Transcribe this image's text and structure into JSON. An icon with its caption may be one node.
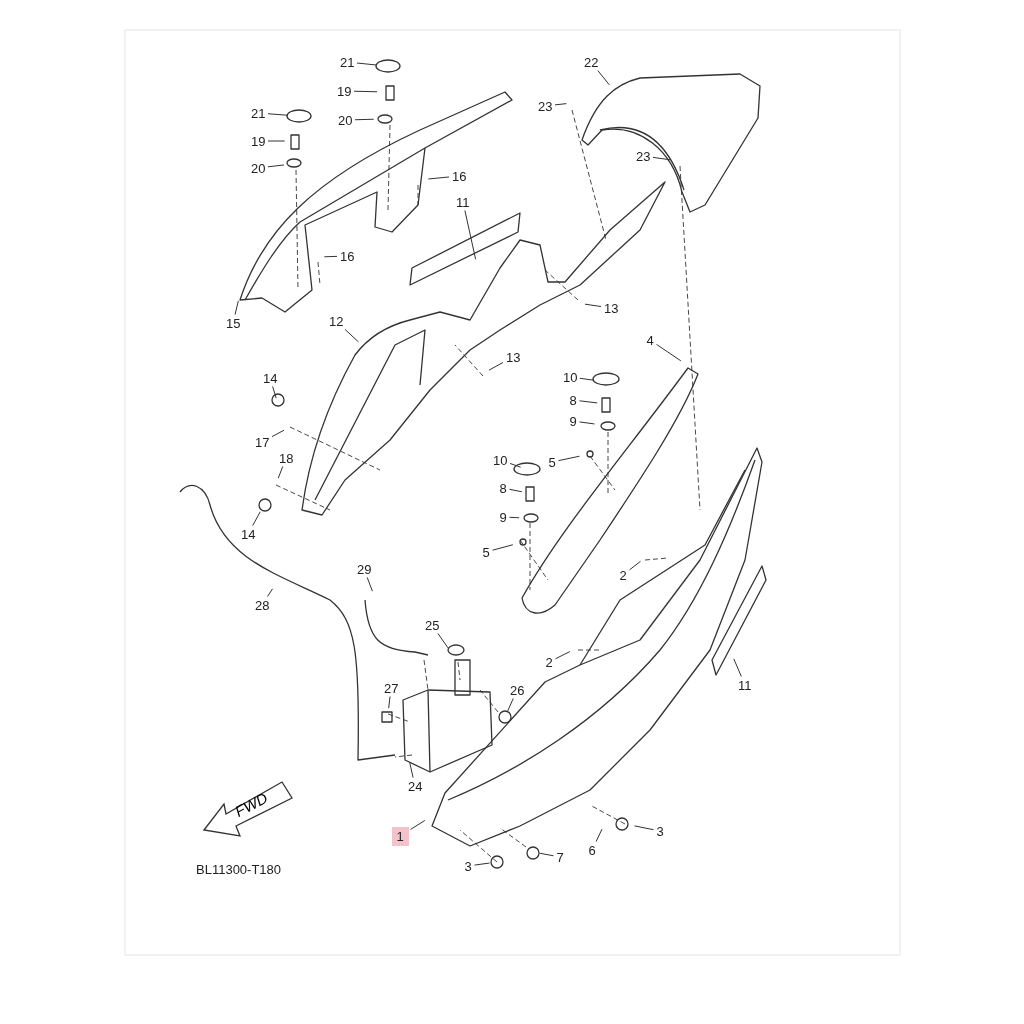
{
  "diagram": {
    "nodes": [
      {
        "text": [
          "21"
        ]
      },
      {
        "text": [
          "19"
        ]
      },
      {
        "text": [
          "20"
        ]
      },
      {
        "text": [
          "21"
        ]
      },
      {
        "text": [
          "19"
        ]
      },
      {
        "text": [
          "20"
        ]
      },
      {
        "text": [
          "16"
        ]
      },
      {
        "text": [
          "11"
        ]
      },
      {
        "text": [
          "22"
        ]
      },
      {
        "text": [
          "23"
        ]
      },
      {
        "text": [
          "23"
        ]
      },
      {
        "text": [
          "16"
        ]
      },
      {
        "text": [
          "15"
        ]
      },
      {
        "text": [
          "12"
        ]
      },
      {
        "text": [
          "13"
        ]
      },
      {
        "text": [
          "13"
        ]
      },
      {
        "text": [
          "4"
        ]
      },
      {
        "text": [
          "14"
        ]
      },
      {
        "text": [
          "10"
        ]
      },
      {
        "text": [
          "8"
        ]
      },
      {
        "text": [
          "9"
        ]
      },
      {
        "text": [
          "17"
        ]
      },
      {
        "text": [
          "5"
        ]
      },
      {
        "text": [
          "18"
        ]
      },
      {
        "text": [
          "10"
        ]
      },
      {
        "text": [
          "8"
        ]
      },
      {
        "text": [
          "9"
        ]
      },
      {
        "text": [
          "5"
        ]
      },
      {
        "text": [
          "14"
        ]
      },
      {
        "text": [
          "2"
        ]
      },
      {
        "text": [
          "29"
        ]
      },
      {
        "text": [
          "28"
        ]
      },
      {
        "text": [
          "25"
        ]
      },
      {
        "text": [
          "2"
        ]
      },
      {
        "text": [
          "11"
        ]
      },
      {
        "text": [
          "27"
        ]
      },
      {
        "text": [
          "26"
        ]
      },
      {
        "text": [
          "24"
        ]
      },
      {
        "text": [
          "1"
        ]
      },
      {
        "text": [
          "3"
        ]
      },
      {
        "text": [
          "7"
        ]
      },
      {
        "text": [
          "6"
        ]
      },
      {
        "text": [
          "3"
        ]
      },
      {
        "text": [
          "FWD"
        ]
      }
    ],
    "edges": [
      {
        "from": 0,
        "to": null,
        "arrow": "none"
      },
      {
        "from": 1,
        "to": null,
        "arrow": "none"
      },
      {
        "from": 2,
        "to": null,
        "arrow": "none"
      },
      {
        "from": 3,
        "to": null,
        "arrow": "none"
      },
      {
        "from": 4,
        "to": null,
        "arrow": "none"
      },
      {
        "from": 5,
        "to": null,
        "arrow": "none"
      },
      {
        "from": 6,
        "to": null,
        "arrow": "none"
      },
      {
        "from": 7,
        "to": null,
        "arrow": "none"
      },
      {
        "from": 8,
        "to": null,
        "arrow": "none"
      },
      {
        "from": 9,
        "to": null,
        "arrow": "none"
      },
      {
        "from": 10,
        "to": null,
        "arrow": "none"
      },
      {
        "from": 11,
        "to": null,
        "arrow": "none"
      },
      {
        "from": 12,
        "to": null,
        "arrow": "none"
      },
      {
        "from": 13,
        "to": null,
        "arrow": "none"
      },
      {
        "from": 14,
        "to": null,
        "arrow": "none"
      },
      {
        "from": 15,
        "to": null,
        "arrow": "none"
      },
      {
        "from": 16,
        "to": null,
        "arrow": "none"
      },
      {
        "from": 17,
        "to": null,
        "arrow": "none"
      },
      {
        "from": 18,
        "to": null,
        "arrow": "none"
      },
      {
        "from": 19,
        "to": null,
        "arrow": "none"
      },
      {
        "from": 20,
        "to": null,
        "arrow": "none"
      },
      {
        "from": 21,
        "to": null,
        "arrow": "none"
      },
      {
        "from": 22,
        "to": null,
        "arrow": "none"
      },
      {
        "from": 23,
        "to": null,
        "arrow": "none"
      },
      {
        "from": 24,
        "to": null,
        "arrow": "none"
      },
      {
        "from": 25,
        "to": null,
        "arrow": "none"
      },
      {
        "from": 26,
        "to": null,
        "arrow": "none"
      },
      {
        "from": 27,
        "to": null,
        "arrow": "none"
      },
      {
        "from": 28,
        "to": null,
        "arrow": "none"
      },
      {
        "from": 29,
        "to": null,
        "arrow": "none"
      },
      {
        "from": 30,
        "to": null,
        "arrow": "none"
      },
      {
        "from": 31,
        "to": null,
        "arrow": "none"
      },
      {
        "from": 32,
        "to": null,
        "arrow": "none"
      },
      {
        "from": 33,
        "to": null,
        "arrow": "none"
      },
      {
        "from": 34,
        "to": null,
        "arrow": "none"
      },
      {
        "from": 35,
        "to": null,
        "arrow": "none"
      },
      {
        "from": 36,
        "to": null,
        "arrow": "none"
      },
      {
        "from": 37,
        "to": null,
        "arrow": "none"
      },
      {
        "from": 38,
        "to": null,
        "arrow": "none"
      },
      {
        "from": 39,
        "to": null,
        "arrow": "none"
      },
      {
        "from": 40,
        "to": null,
        "arrow": "none"
      },
      {
        "from": 41,
        "to": null,
        "arrow": "none"
      },
      {
        "from": 42,
        "to": null,
        "arrow": "none"
      }
    ],
    "labels": [
      "BL11300-T180"
    ]
  }
}
